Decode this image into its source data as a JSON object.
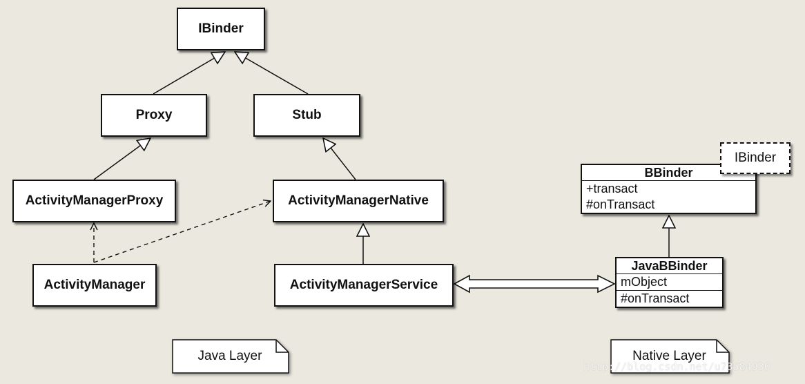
{
  "classes": {
    "ibinder": "IBinder",
    "proxy": "Proxy",
    "stub": "Stub",
    "activity_manager_proxy": "ActivityManagerProxy",
    "activity_manager_native": "ActivityManagerNative",
    "activity_manager": "ActivityManager",
    "activity_manager_service": "ActivityManagerService"
  },
  "bbinder": {
    "name": "BBinder",
    "template": "IBinder",
    "methods": [
      "+transact",
      "#onTransact"
    ]
  },
  "java_bbinder": {
    "name": "JavaBBinder",
    "fields": [
      "mObject"
    ],
    "methods": [
      "#onTransact"
    ]
  },
  "notes": {
    "java_layer": "Java Layer",
    "native_layer": "Native Layer"
  },
  "watermark": "http://blog.csdn.net/u73584930"
}
